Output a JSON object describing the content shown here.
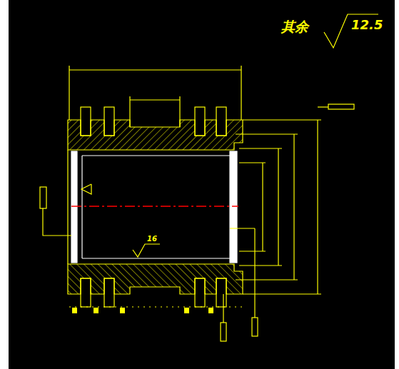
{
  "diagram": {
    "labels": [
      "其余",
      "12.5",
      "16"
    ]
  }
}
